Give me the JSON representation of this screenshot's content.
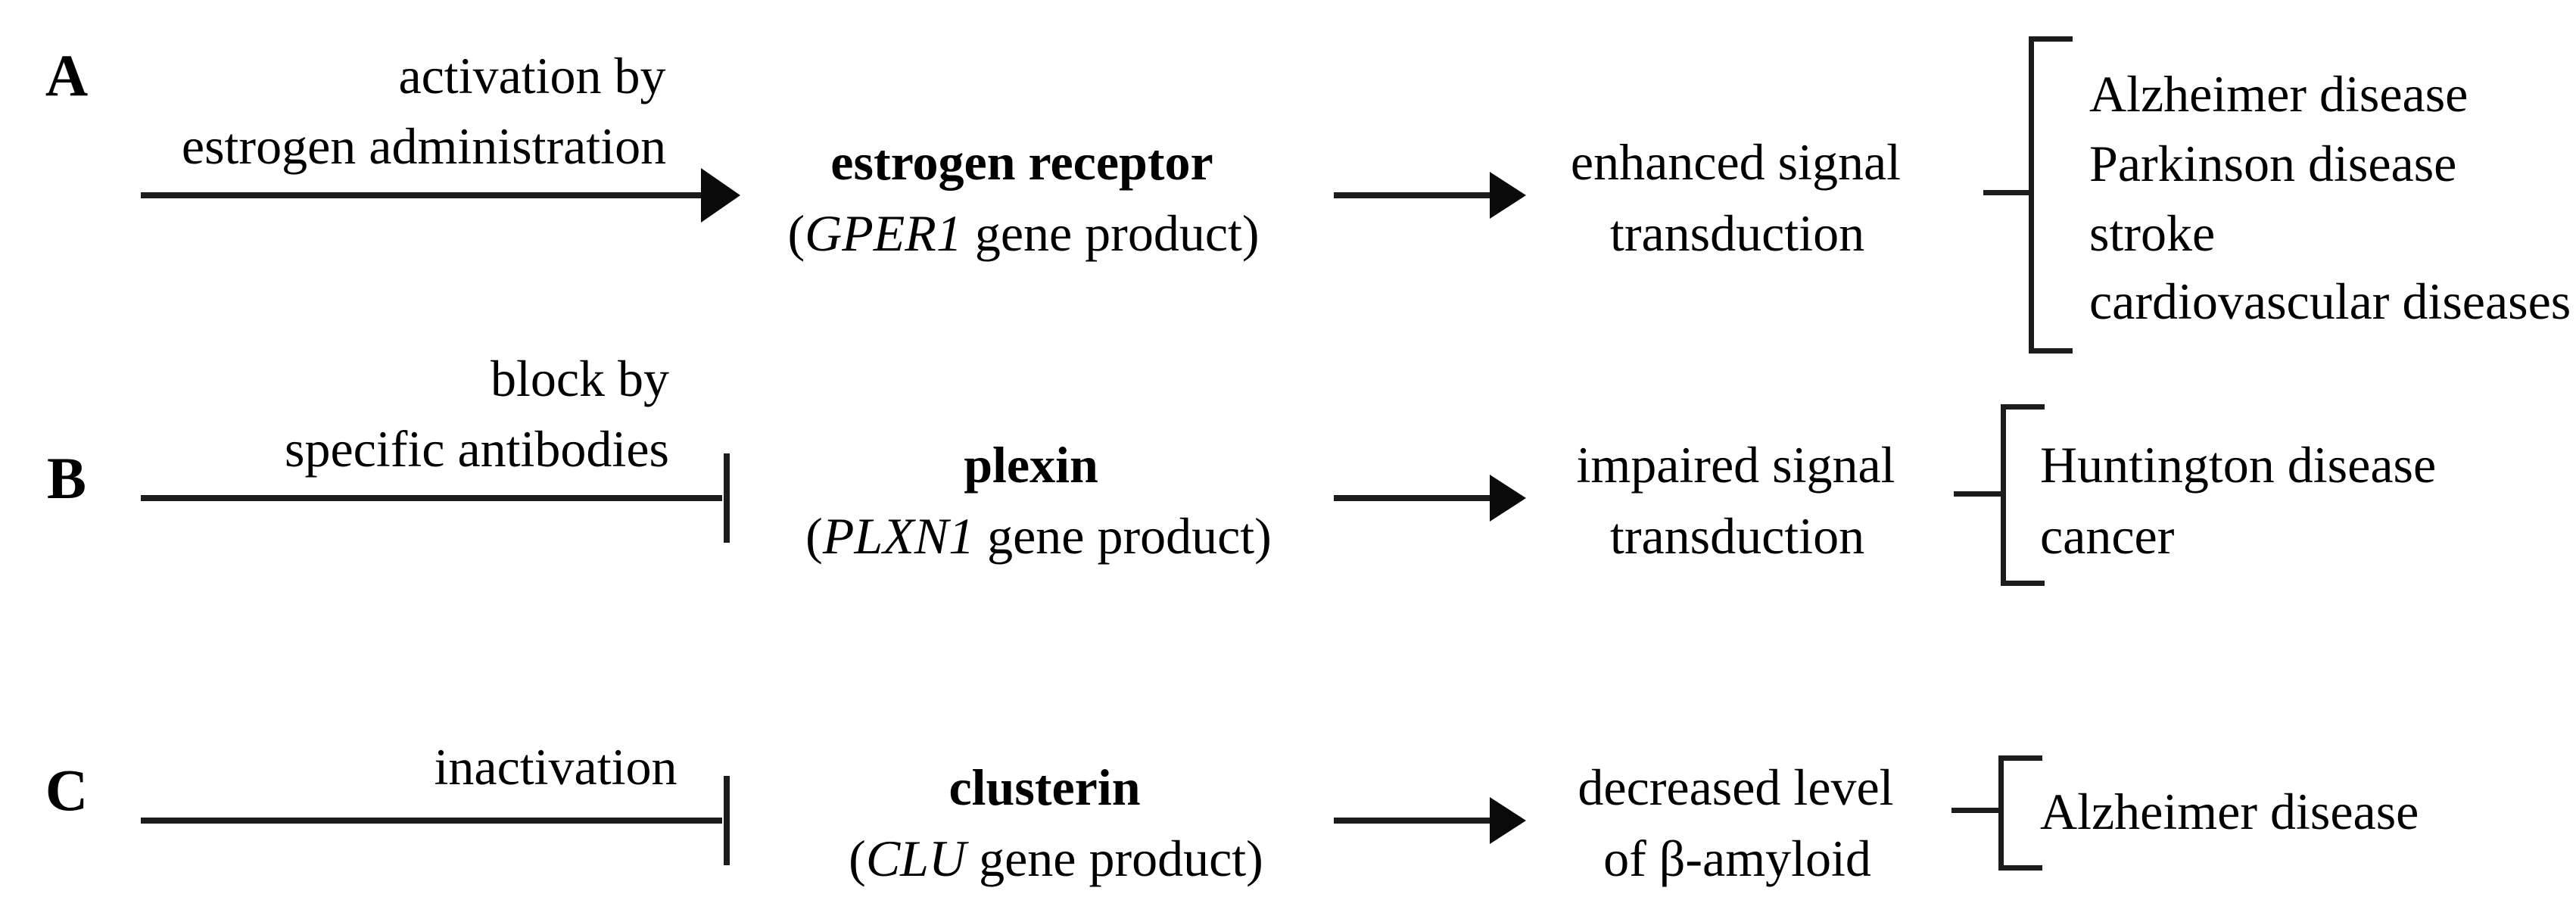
{
  "background": "#ffffff",
  "ink": "#000000",
  "line_color": "#1c1c1c",
  "rows": [
    {
      "label": "A",
      "stimulus": [
        "activation by",
        "estrogen administration"
      ],
      "interaction": "activation-arrow",
      "target": {
        "name": "estrogen receptor",
        "gene_open": "(",
        "gene_symbol": "GPER1",
        "gene_rest": " gene product)"
      },
      "effect": [
        "enhanced signal",
        "transduction"
      ],
      "diseases": [
        "Alzheimer disease",
        "Parkinson disease",
        "stroke",
        "cardiovascular diseases"
      ]
    },
    {
      "label": "B",
      "stimulus": [
        "block by",
        "specific antibodies"
      ],
      "interaction": "inhibition-bar",
      "target": {
        "name": "plexin",
        "gene_open": "(",
        "gene_symbol": "PLXN1",
        "gene_rest": " gene product)"
      },
      "effect": [
        "impaired signal",
        "transduction"
      ],
      "diseases": [
        "Huntington disease",
        "cancer"
      ]
    },
    {
      "label": "C",
      "stimulus": [
        "inactivation"
      ],
      "interaction": "inhibition-bar",
      "target": {
        "name": "clusterin",
        "gene_open": "(",
        "gene_symbol": "CLU",
        "gene_rest": " gene product)"
      },
      "effect": [
        "decreased level",
        "of β-amyloid"
      ],
      "diseases": [
        "Alzheimer disease"
      ]
    }
  ]
}
